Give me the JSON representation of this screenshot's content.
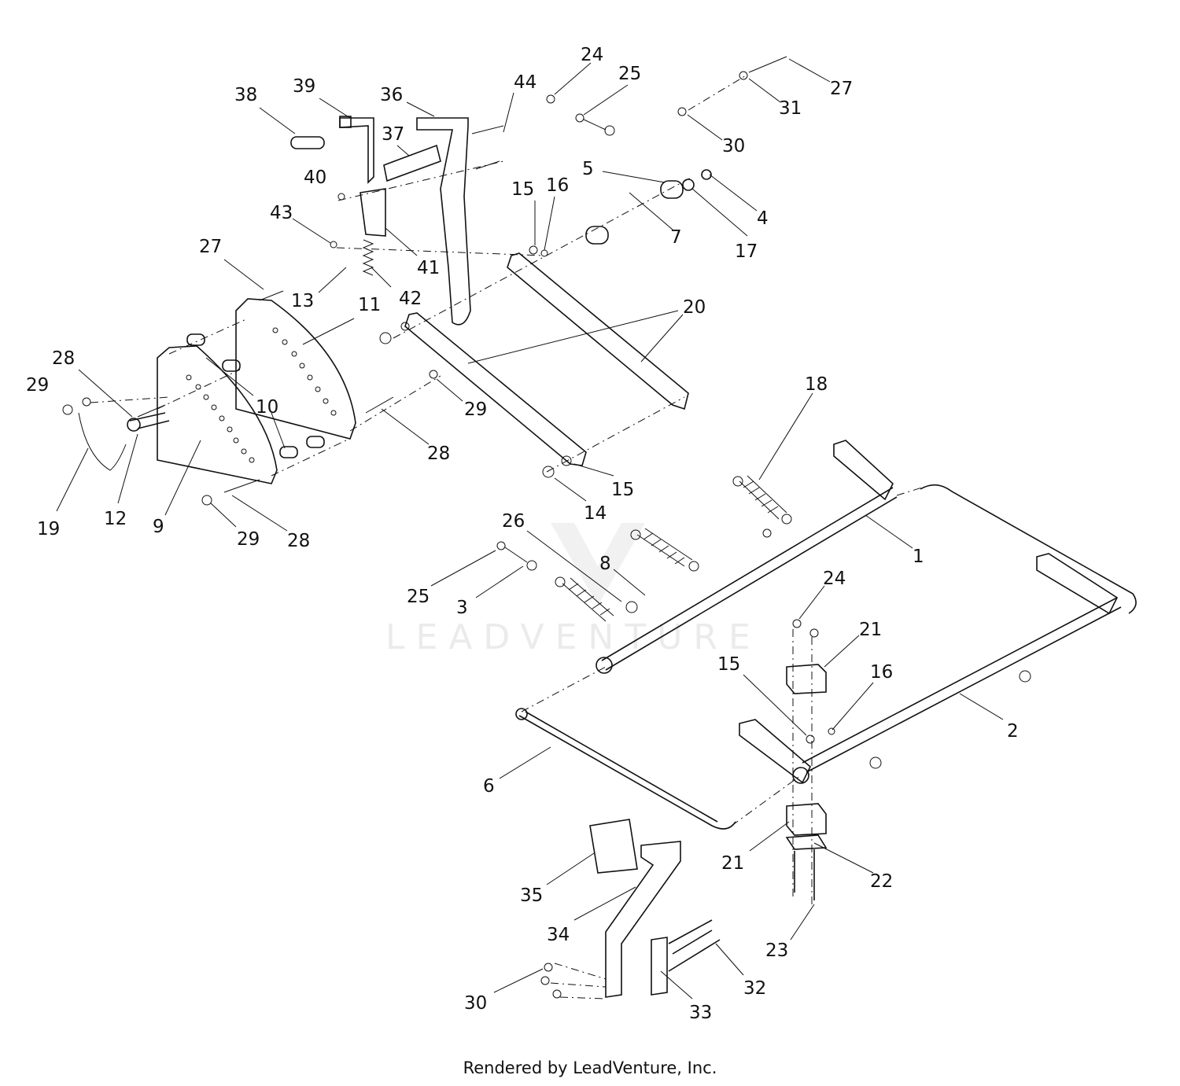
{
  "watermark": "LEADVENTURE",
  "footer": "Rendered by LeadVenture, Inc.",
  "callouts": [
    "24",
    "25",
    "27",
    "31",
    "30",
    "38",
    "39",
    "36",
    "44",
    "37",
    "40",
    "5",
    "4",
    "15",
    "16",
    "7",
    "17",
    "43",
    "41",
    "13",
    "42",
    "27",
    "11",
    "20",
    "28",
    "29",
    "10",
    "29",
    "28",
    "9",
    "12",
    "19",
    "29",
    "28",
    "18",
    "15",
    "14",
    "26",
    "8",
    "1",
    "25",
    "3",
    "24",
    "21",
    "15",
    "16",
    "2",
    "6",
    "21",
    "22",
    "35",
    "34",
    "23",
    "32",
    "30",
    "33"
  ]
}
